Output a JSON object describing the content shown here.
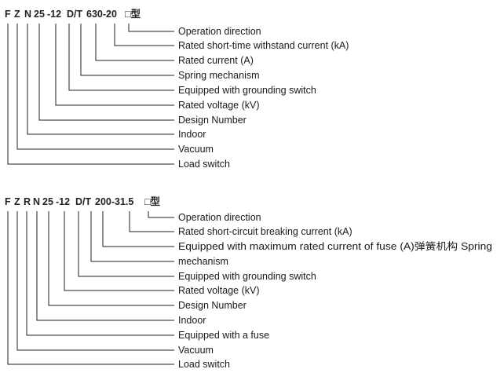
{
  "diagrams": [
    {
      "code_parts": [
        "F",
        "Z",
        "N",
        "25",
        "-12",
        "D/T",
        "630-20",
        "□型"
      ],
      "descriptions": [
        "Operation direction",
        "Rated short-time withstand current (kA)",
        "Rated current (A)",
        "Spring mechanism",
        "Equipped with grounding switch",
        "Rated voltage (kV)",
        "Design Number",
        "Indoor",
        "Vacuum",
        "Load switch"
      ]
    },
    {
      "code_parts": [
        "F",
        "Z",
        "R",
        "N",
        "25",
        "-12",
        "D/T",
        "200-31.5",
        "□型"
      ],
      "descriptions": [
        "Operation direction",
        "Rated short-circuit breaking current (kA)",
        "Equipped with maximum rated current of fuse (A)弹簧机构 Spring",
        "mechanism",
        "Equipped with grounding switch",
        "Rated voltage (kV)",
        "Design Number",
        "Indoor",
        "Equipped with a fuse",
        "Vacuum",
        "Load switch"
      ]
    }
  ]
}
